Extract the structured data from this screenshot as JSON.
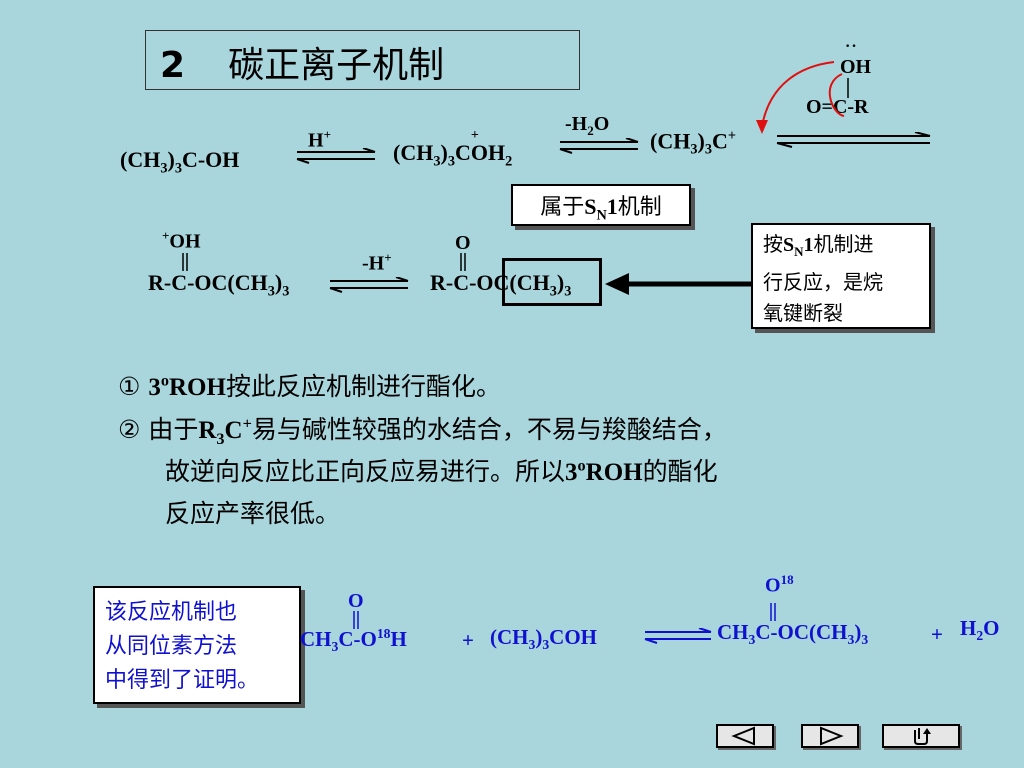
{
  "title": {
    "num": "2",
    "text": "碳正离子机制"
  },
  "reaction1": {
    "reactant": "(CH3)3C-OH",
    "arrow1_label": "H+",
    "intermediate1": "(CH3)3COH2",
    "arrow2_label": "-H2O",
    "intermediate2": "(CH3)3C+",
    "acid": {
      "oh": "OH",
      "backbone": "O=C-R"
    }
  },
  "sn1_label": "属于SN1机制",
  "reaction2": {
    "protonated": {
      "top": "+OH",
      "main": "R-C-OC(CH3)3"
    },
    "arrow_label": "-H+",
    "ester": {
      "top": "O",
      "main": "R-C-OC(CH3)3"
    }
  },
  "note_box": {
    "line1": "按SN1机制进",
    "line2": "行反应，是烷",
    "line3": "氧键断裂"
  },
  "points": {
    "p1": "① 3oROH按此反应机制进行酯化。",
    "p2_line1": "② 由于R3C+易与碱性较强的水结合，不易与羧酸结合，",
    "p2_line2": "故逆向反应比正向反应易进行。所以3oROH的酯化",
    "p2_line3": "反应产率很低。"
  },
  "isotope_box": {
    "line1": "该反应机制也",
    "line2": "从同位素方法",
    "line3": "中得到了证明。"
  },
  "isotope_reaction": {
    "acid_top": "O",
    "acid": "CH3C-O18H",
    "plus1": "+",
    "alcohol": "(CH3)3COH",
    "ester_top": "O18",
    "ester": "CH3C-OC(CH3)3",
    "plus2": "+",
    "water": "H2O"
  },
  "nav": {
    "prev": "previous-slide",
    "next": "next-slide",
    "return": "return"
  }
}
